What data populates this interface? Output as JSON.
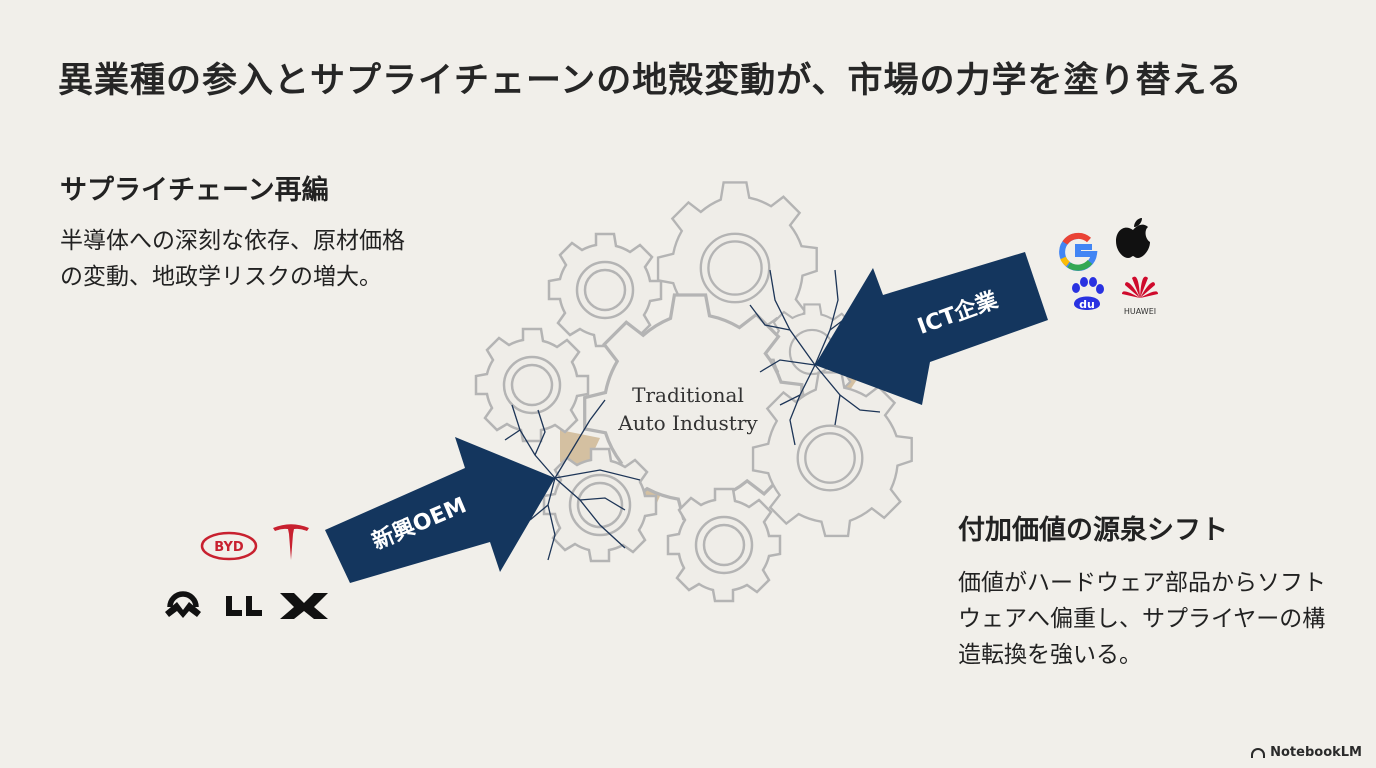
{
  "title": "異業種の参入とサプライチェーンの地殻変動が、市場の力学を塗り替える",
  "supply_chain": {
    "heading": "サプライチェーン再編",
    "body": "半導体への深刻な依存、原材価格の変動、地政学リスクの増大。"
  },
  "value_shift": {
    "heading": "付加価値の源泉シフト",
    "body": "価値がハードウェア部品からソフトウェアへ偏重し、サプライヤーの構造転換を強いる。"
  },
  "diagram": {
    "center_line1": "Traditional",
    "center_line2": "Auto Industry",
    "arrow_oem_label": "新興OEM",
    "arrow_ict_label": "ICT企業",
    "accent_color": "#14365e"
  },
  "logos": {
    "byd": "BYD",
    "huawei": "HUAWEI",
    "baidu": "du"
  },
  "footer": "NotebookLM"
}
